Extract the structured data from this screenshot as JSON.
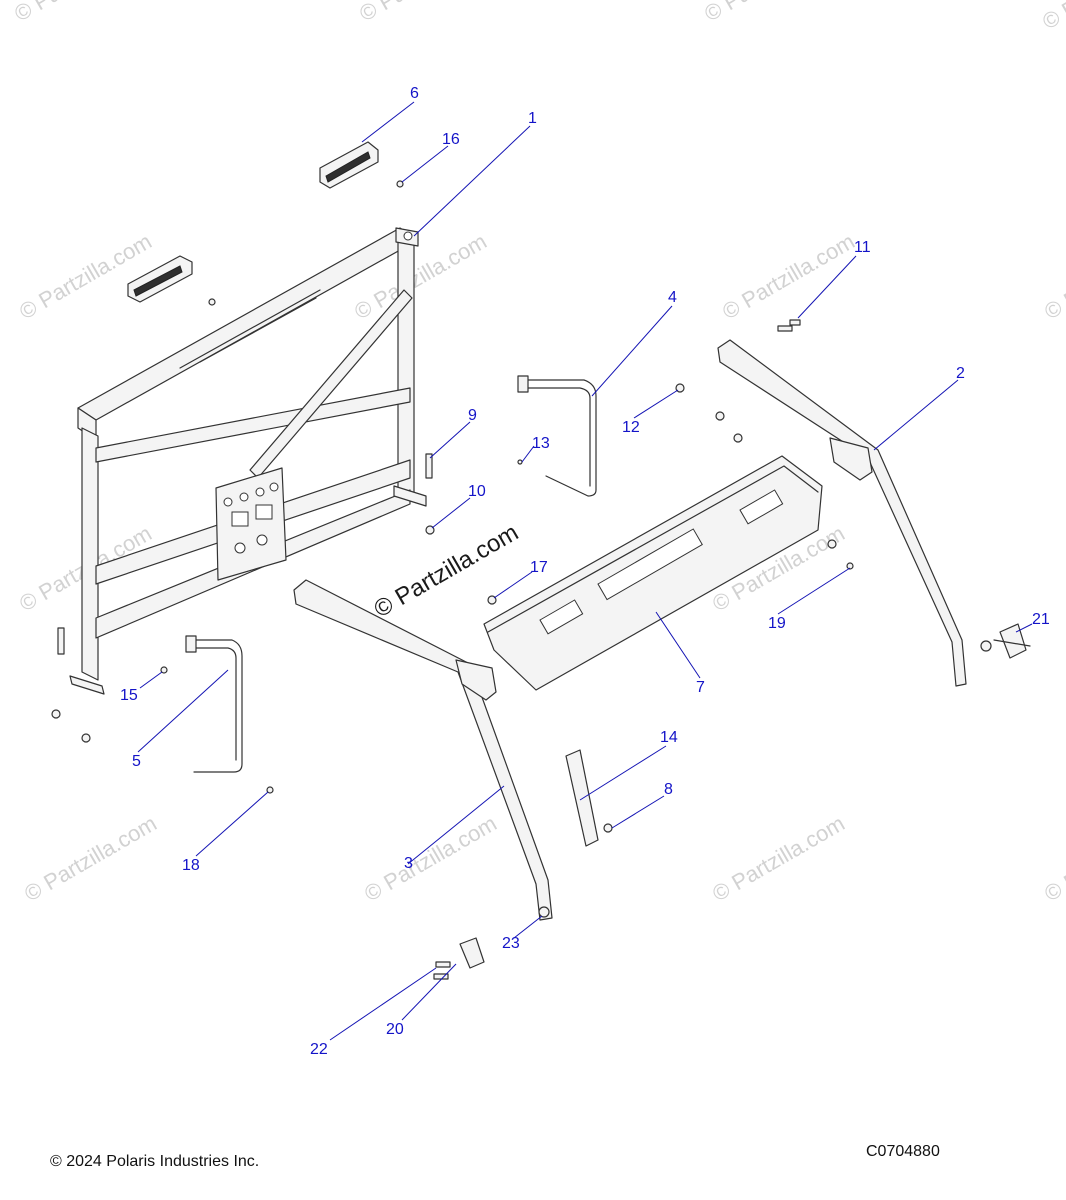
{
  "diagram": {
    "watermark": "© Partzilla",
    "watermark_full": "© Partzilla.com",
    "center_watermark": "© Partzilla.com",
    "callouts": [
      "1",
      "2",
      "3",
      "4",
      "5",
      "6",
      "7",
      "8",
      "9",
      "10",
      "11",
      "12",
      "13",
      "14",
      "15",
      "16",
      "17",
      "18",
      "19",
      "20",
      "21",
      "22",
      "23"
    ],
    "colors": {
      "callout": "#1414c8",
      "line": "#333333",
      "watermark": "#d2d2d2"
    }
  },
  "footer": {
    "copyright": "© 2024 Polaris Industries Inc.",
    "drawing_id": "C0704880"
  }
}
